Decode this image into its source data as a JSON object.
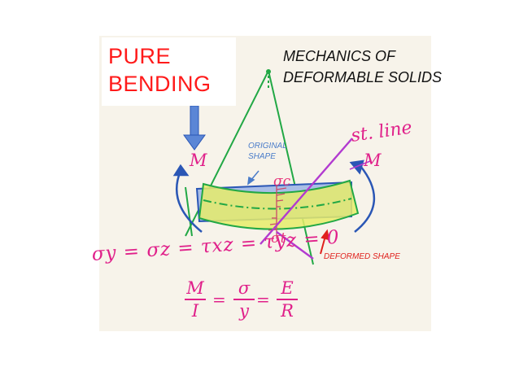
{
  "title": {
    "line1": "PURE",
    "line2": "BENDING"
  },
  "subtitle": {
    "line1": "MECHANICS OF",
    "line2": "DEFORMABLE SOLIDS"
  },
  "labels": {
    "original_line1": "ORIGINAL",
    "original_line2": "SHAPE",
    "deformed": "DEFORMED SHAPE",
    "moment_left": "M",
    "moment_right": "M",
    "straight_line": "st. line",
    "sigma_c": "σc",
    "sigma_t": "σt"
  },
  "equations": {
    "stress_condition": "σy = σz = τxz = τyz = 0",
    "f1_num": "M",
    "f1_den": "I",
    "f2_num": "σ",
    "f2_den": "y",
    "f3_num": "E",
    "f3_den": "R",
    "equals": "="
  },
  "colors": {
    "title_red": "#ff1a1a",
    "handwriting_magenta": "#e0208a",
    "blue_arrow": "#4a7cc9",
    "green_lines": "#22a845",
    "beam_yellow": "#e6ec6a",
    "beam_blue": "#a9bde6",
    "purple_line": "#b23ad0"
  }
}
